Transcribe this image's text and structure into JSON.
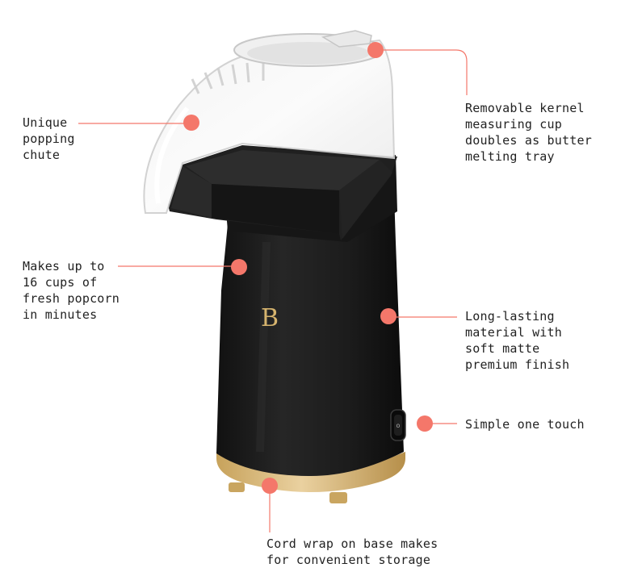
{
  "colors": {
    "accent": "#f4776a",
    "body": "#1b1b1b",
    "gold": "#d6b46e"
  },
  "brand": {
    "logo_letter": "B"
  },
  "callouts": {
    "chute": {
      "lines": [
        "Unique",
        "popping",
        "chute"
      ]
    },
    "measuring_cup": {
      "lines": [
        "Removable kernel",
        "measuring cup",
        "doubles as butter",
        "melting tray"
      ]
    },
    "capacity": {
      "lines": [
        "Makes up to",
        "16 cups of",
        "fresh popcorn",
        "in minutes"
      ]
    },
    "material": {
      "lines": [
        "Long-lasting",
        "material with",
        "soft matte",
        "premium finish"
      ]
    },
    "switch": {
      "lines": [
        "Simple one touch"
      ]
    },
    "cord": {
      "lines": [
        "Cord wrap on base makes",
        "for convenient storage"
      ]
    }
  }
}
